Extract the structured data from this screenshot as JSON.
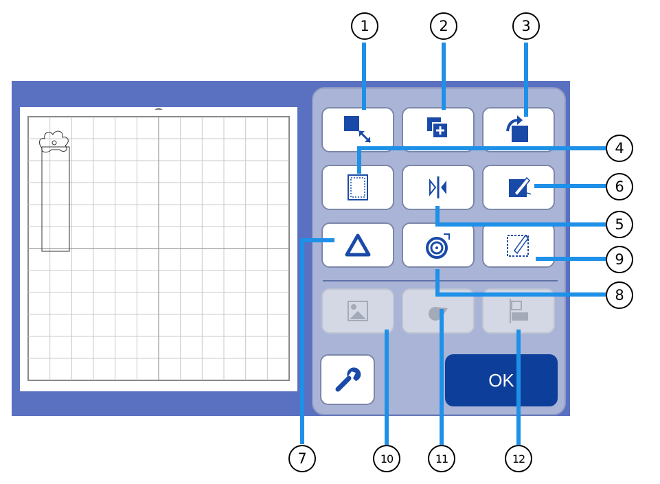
{
  "ok_button": {
    "label": "OK"
  },
  "callouts": [
    "1",
    "2",
    "3",
    "4",
    "5",
    "6",
    "7",
    "8",
    "9",
    "10",
    "11",
    "12"
  ],
  "colors": {
    "screen_blue": "#5a70c0",
    "panel_inner": "#a9b4d6",
    "ok_blue": "#0d3f9a",
    "callout_line": "#1e90e8",
    "icon_blue": "#1a4aa8"
  },
  "icons": {
    "resize": "resize-icon",
    "duplicate": "duplicate-icon",
    "rotate": "rotate-icon",
    "select_area": "select-area-icon",
    "mirror": "mirror-icon",
    "edit_pen": "edit-pen-icon",
    "outline": "outline-icon",
    "weld": "weld-icon",
    "draw_area": "draw-area-icon",
    "image": "image-icon",
    "fill": "fill-icon",
    "align": "align-icon",
    "settings": "wrench-icon"
  }
}
